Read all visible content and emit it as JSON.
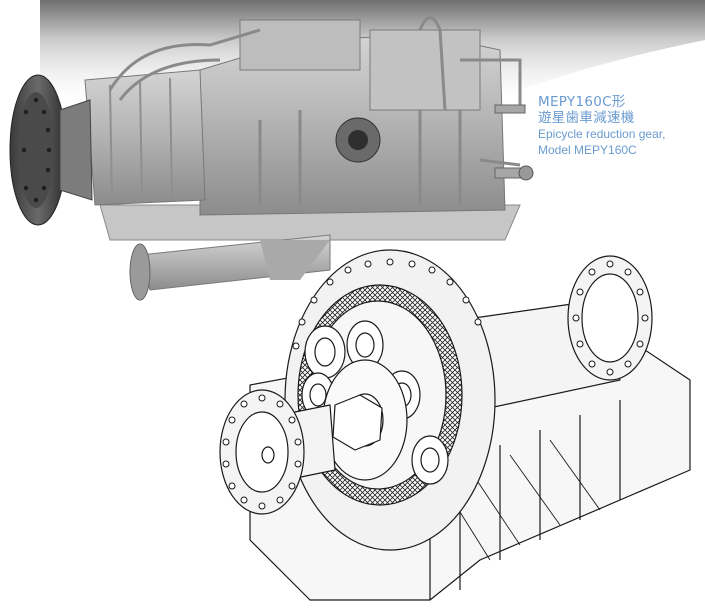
{
  "caption": {
    "model_jp": "MEPY160C形",
    "name_jp": "遊星歯車減速機",
    "name_en": "Epicycle reduction gear,",
    "model_en": "Model MEPY160C"
  },
  "colors": {
    "caption": "#6a9bd0",
    "photo_metal": "#b7b7b7",
    "drawing_line": "#1a1a1a",
    "drawing_fill": "#f4f4f4"
  }
}
